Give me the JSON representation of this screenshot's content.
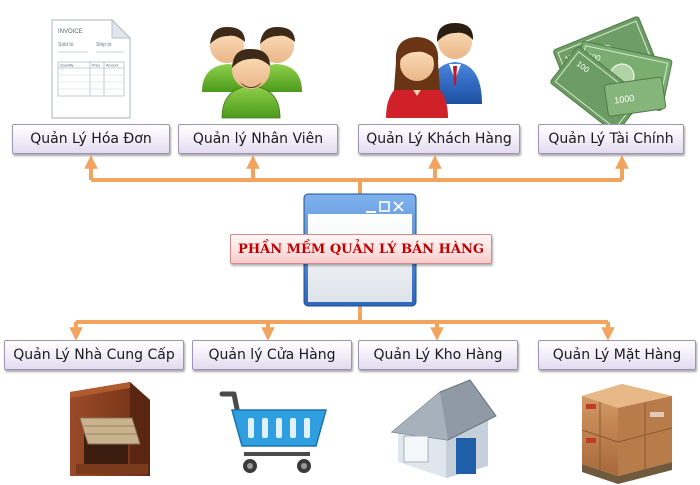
{
  "center": {
    "label": "PHẦN MỀM QUẢN LÝ BÁN HÀNG"
  },
  "top_modules": [
    {
      "label": "Quản Lý Hóa Đơn",
      "icon": "invoice-icon"
    },
    {
      "label": "Quản lý Nhân Viên",
      "icon": "employees-icon"
    },
    {
      "label": "Quản Lý Khách Hàng",
      "icon": "customers-icon"
    },
    {
      "label": "Quản Lý Tài Chính",
      "icon": "money-icon"
    }
  ],
  "bottom_modules": [
    {
      "label": "Quản Lý Nhà Cung Cấp",
      "icon": "supplier-building-icon"
    },
    {
      "label": "Quản lý Cửa Hàng",
      "icon": "shopping-cart-icon"
    },
    {
      "label": "Quản Lý Kho Hàng",
      "icon": "warehouse-house-icon"
    },
    {
      "label": "Quản Lý Mặt Hàng",
      "icon": "cargo-boxes-icon"
    }
  ],
  "invoice": {
    "title": "INVOICE",
    "sold_to": "Sold to",
    "ship_to": "Ship to",
    "col_quantity": "Quantity",
    "col_price": "Price",
    "col_amount": "Amount"
  },
  "money": {
    "denominations": [
      "100",
      "100",
      "100",
      "1000"
    ]
  },
  "colors": {
    "connector": "#f2a35e",
    "center_text": "#c00000",
    "module_border": "#9e95b6",
    "window_blue": "#2d72c8"
  }
}
